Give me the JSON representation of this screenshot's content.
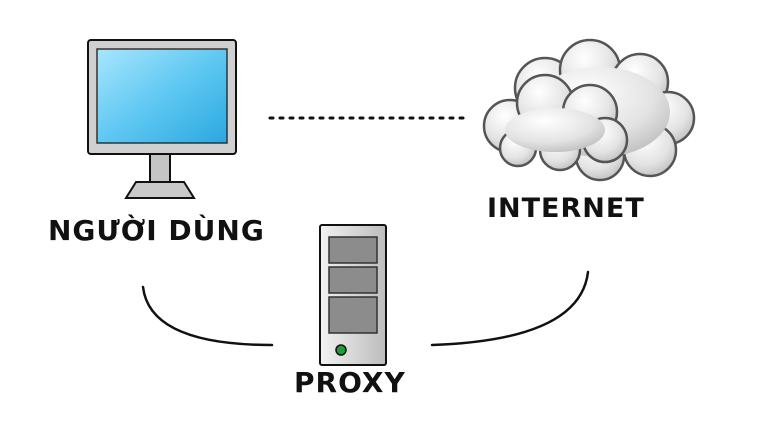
{
  "nodes": {
    "user": {
      "label": "NGƯỜI DÙNG",
      "icon": "computer-monitor-icon"
    },
    "internet": {
      "label": "INTERNET",
      "icon": "cloud-icon"
    },
    "proxy": {
      "label": "PROXY",
      "icon": "server-tower-icon"
    }
  },
  "colors": {
    "screen": "#5fc8f2",
    "monitor_frame": "#c9c9c9",
    "cloud_fill": "#e6e6e6",
    "server_body": "#d4d4d4",
    "server_drive": "#8c8c8c",
    "power_led": "#1f9b3a",
    "line": "#111111"
  }
}
